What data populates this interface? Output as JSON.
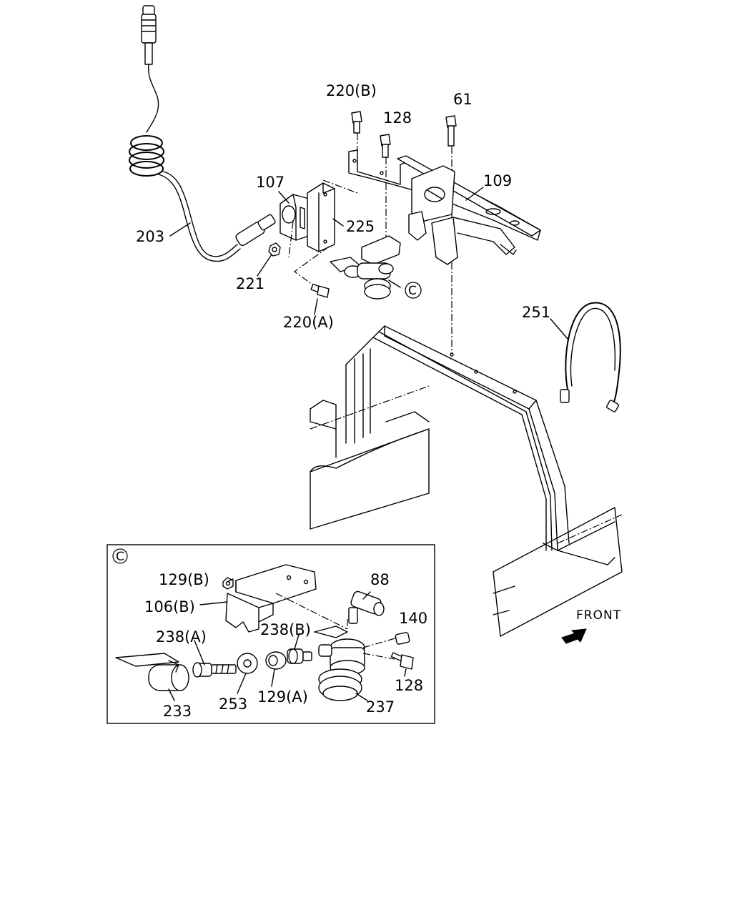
{
  "callouts": {
    "p220b": "220(B)",
    "p128_top": "128",
    "p61": "61",
    "p107": "107",
    "p109": "109",
    "p225": "225",
    "p203": "203",
    "p221": "221",
    "p220a": "220(A)",
    "p251": "251",
    "ref_c": "C"
  },
  "detail_c": {
    "badge": "C",
    "p129b": "129(B)",
    "p106b": "106(B)",
    "p88": "88",
    "p140": "140",
    "p238a": "238(A)",
    "p238b": "238(B)",
    "p128": "128",
    "p233": "233",
    "p253": "253",
    "p129a": "129(A)",
    "p237": "237"
  },
  "orientation": {
    "front_label": "FRONT",
    "arrow_icon": "front-arrow-icon"
  },
  "colors": {
    "line": "#000000",
    "background": "#ffffff"
  }
}
